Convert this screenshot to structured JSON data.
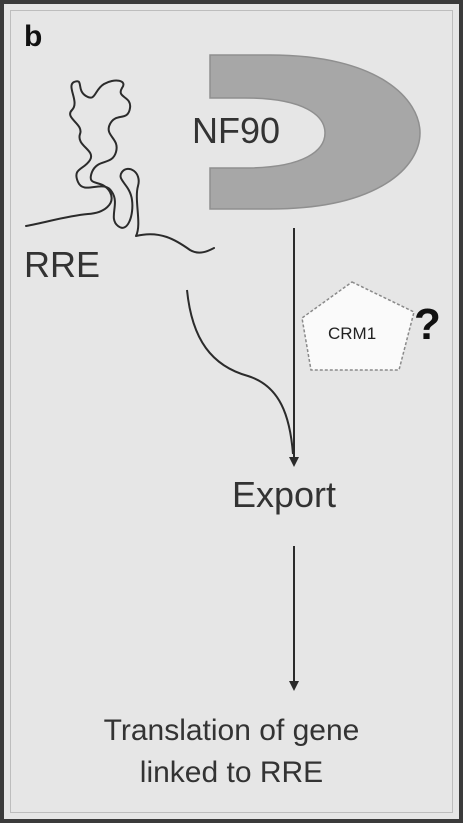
{
  "panel_label": "b",
  "labels": {
    "protein": "NF90",
    "rna": "RRE",
    "cofactor": "CRM1",
    "uncertain_mark": "?",
    "step": "Export",
    "outcome_line1": "Translation of gene",
    "outcome_line2": "linked to RRE"
  },
  "colors": {
    "background": "#e6e6e6",
    "border": "#3b3b3b",
    "protein_fill": "#a7a7a7",
    "cofactor_fill": "#fafafa",
    "line": "#2b2b2b"
  }
}
